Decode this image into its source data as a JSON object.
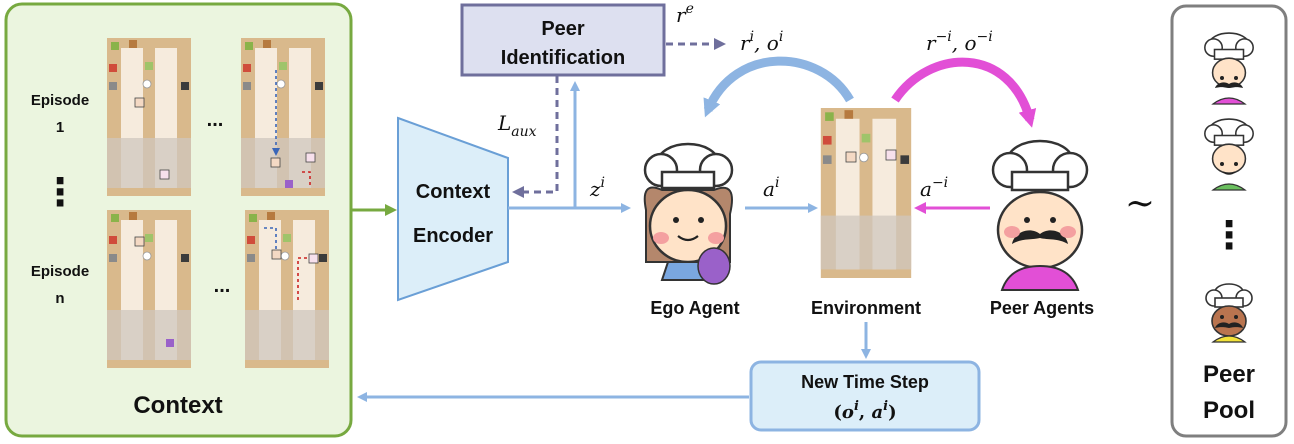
{
  "context": {
    "title": "Context",
    "episode_word": "Episode",
    "episode_first_num": "1",
    "episode_last_num": "n",
    "ellipsis_dots": "...",
    "vertical_dots": "⋮"
  },
  "encoder": {
    "line1": "Context",
    "line2": "Encoder"
  },
  "peer_identification": {
    "line1": "Peer",
    "line2": "Identification"
  },
  "labels": {
    "l_aux": "L",
    "l_aux_sub": "aux",
    "z": "z",
    "z_sup": "i",
    "r_e": "r",
    "r_e_sup": "e",
    "r_o_ego": "r",
    "r_o_ego_sup": "i",
    "r_o_ego_sep": ", o",
    "r_o_ego_sup2": "i",
    "r_o_peer": "r",
    "r_o_peer_sup": "−i",
    "r_o_peer_sep": ", o",
    "r_o_peer_sup2": "−i",
    "a_ego": "a",
    "a_ego_sup": "i",
    "a_peer": "a",
    "a_peer_sup": "−i",
    "tilde": "∼"
  },
  "agents": {
    "ego": "Ego Agent",
    "env": "Environment",
    "peer": "Peer Agents"
  },
  "new_time_step": {
    "title": "New Time Step",
    "formula_open": "(",
    "o": "o",
    "o_sup": "i",
    "sep": ", ",
    "a": "a",
    "a_sup": "i",
    "formula_close": ")"
  },
  "peer_pool": {
    "line1": "Peer",
    "line2": "Pool",
    "dots": "⋮"
  },
  "colors": {
    "context_border": "#77a940",
    "context_fill": "#ebf5df",
    "blue_arrow": "#8db4e2",
    "magenta_arrow": "#e24fd6",
    "dashed_arrow": "#6f6f9c",
    "peer_id_fill": "#dde0f0",
    "encoder_fill": "#dceef9",
    "pool_border": "#7f7f7f"
  }
}
